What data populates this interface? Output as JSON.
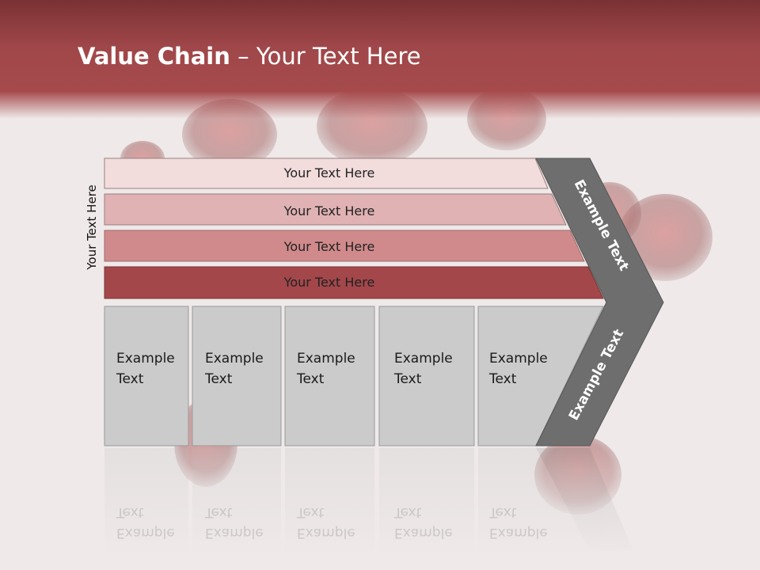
{
  "title": {
    "bold": "Value Chain",
    "rest": " – Your Text Here"
  },
  "side_label": "Your Text Here",
  "bars": [
    {
      "label": "Your Text Here",
      "color": "#f2dcdc"
    },
    {
      "label": "Your Text Here",
      "color": "#e0b2b3"
    },
    {
      "label": "Your Text Here",
      "color": "#d08a8b"
    },
    {
      "label": "Your Text Here",
      "color": "#a3474a"
    }
  ],
  "columns": [
    {
      "line1": "Example",
      "line2": "Text"
    },
    {
      "line1": "Example",
      "line2": "Text"
    },
    {
      "line1": "Example",
      "line2": "Text"
    },
    {
      "line1": "Example",
      "line2": "Text"
    },
    {
      "line1": "Example",
      "line2": "Text"
    }
  ],
  "arrow": {
    "upper_label": "Example Text",
    "lower_label": "Example Text",
    "color": "#6e6e6e"
  }
}
